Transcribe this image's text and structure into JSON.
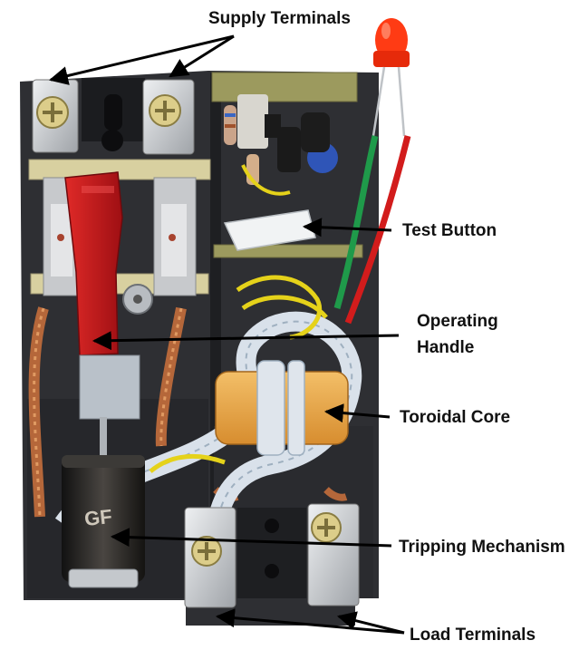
{
  "colors": {
    "housing": "#2e2f33",
    "housing_dark": "#1e1f22",
    "terminal_metal": "#c9cbcf",
    "screw_brass": "#d9c98a",
    "handle_red": "#c0161b",
    "toroid_orange": "#e8a84a",
    "copper": "#b5673a",
    "coil_dark": "#1f1d1b",
    "pcb_green": "#9c9a5e",
    "led_red": "#ff2a10",
    "wire_green": "#1f9a4a",
    "wire_red": "#d21c1c",
    "wire_yellow": "#e5d21a",
    "sleeve": "#d9e1ea",
    "arrow": "#000000"
  },
  "labels": {
    "supply_terminals": "Supply Terminals",
    "test_button": "Test Button",
    "operating_handle_line1": "Operating",
    "operating_handle_line2": "Handle",
    "toroidal_core": "Toroidal Core",
    "tripping_mechanism": "Tripping Mechanism",
    "load_terminals": "Load Terminals"
  },
  "parts": {
    "coil_marking": "GF"
  }
}
